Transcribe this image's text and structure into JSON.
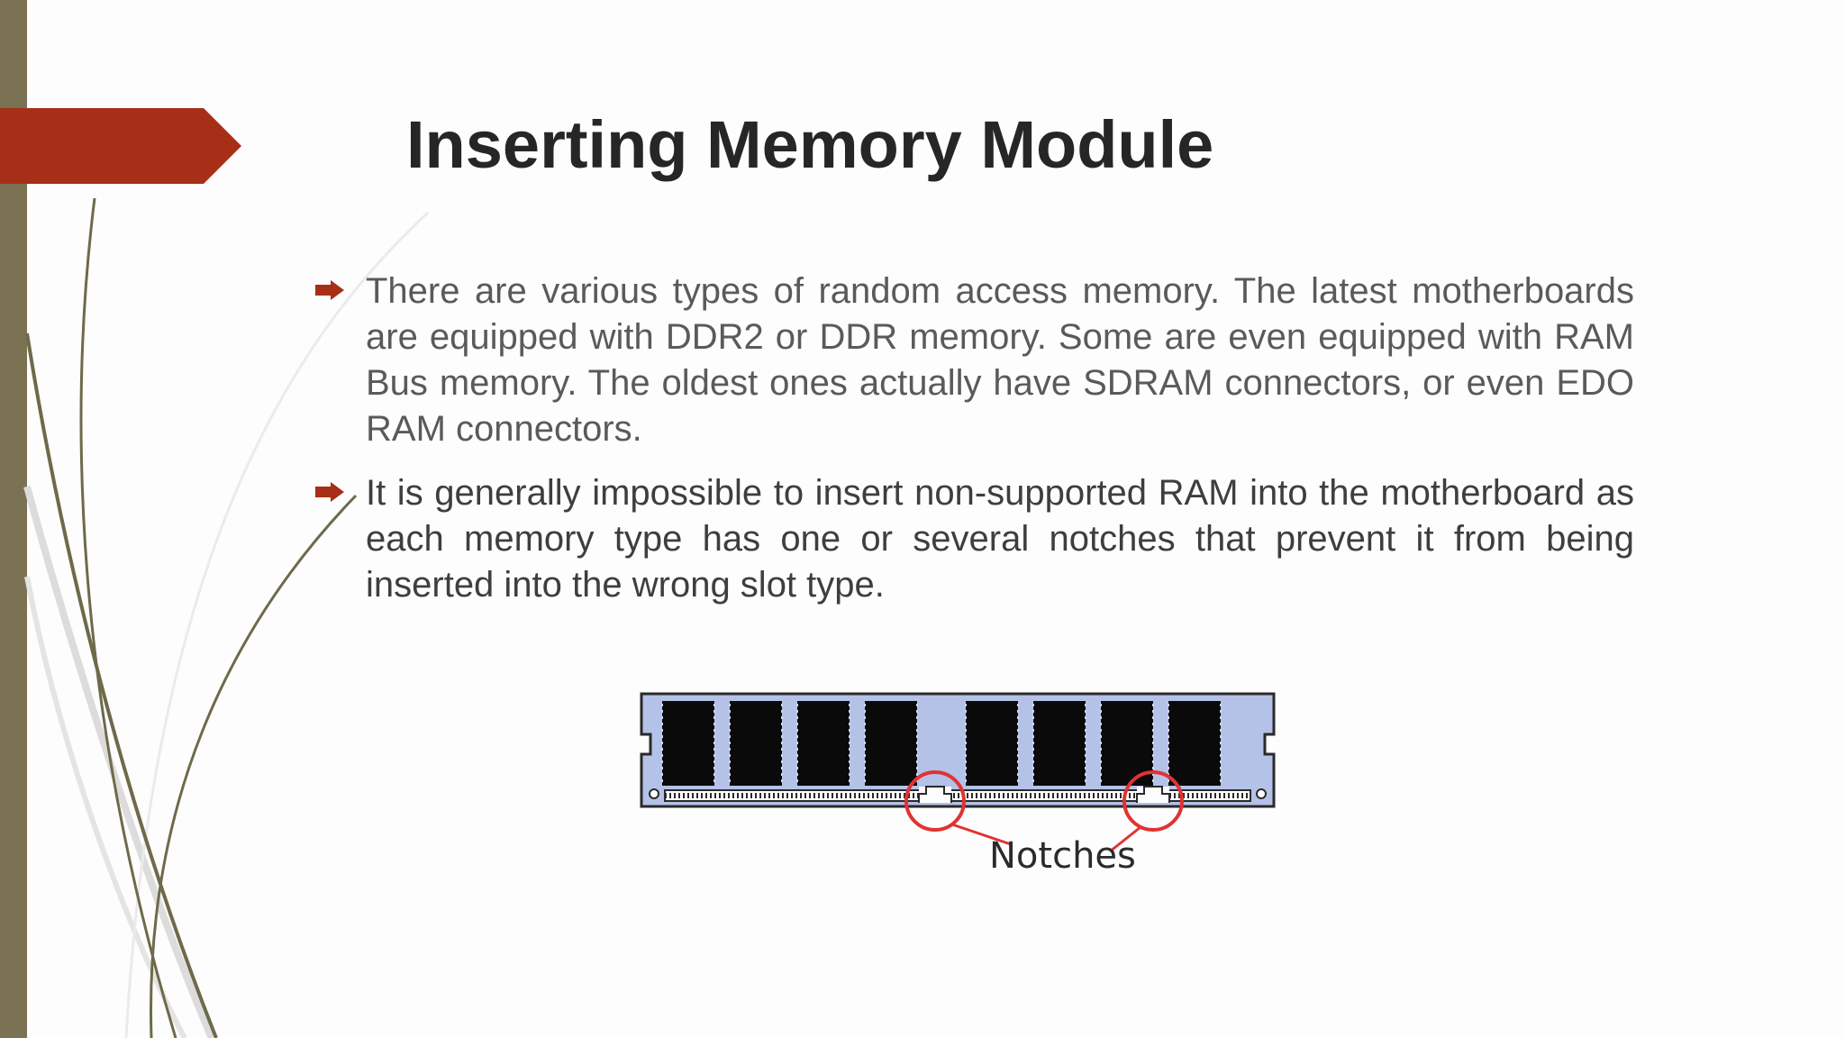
{
  "slide": {
    "title": "Inserting Memory Module",
    "bullets": [
      {
        "text": "There are various types of random access memory. The latest motherboards are equipped with DDR2 or DDR memory. Some are even equipped with RAM Bus memory. The oldest ones actually have SDRAM connectors, or even EDO RAM connectors."
      },
      {
        "text": "It is generally impossible to insert non-supported RAM into the motherboard as each memory type has one or several notches that prevent it from being inserted into the wrong slot type."
      }
    ],
    "figure": {
      "notches_label": "Notches"
    }
  },
  "theme": {
    "accent_red": "#a72e17",
    "side_bar": "#7a7253",
    "swoosh": "#6e6a4a",
    "bullet_icon": "arrow-right-icon",
    "ram_board": "#b4c2e8",
    "notch_circle": "#e03333"
  }
}
